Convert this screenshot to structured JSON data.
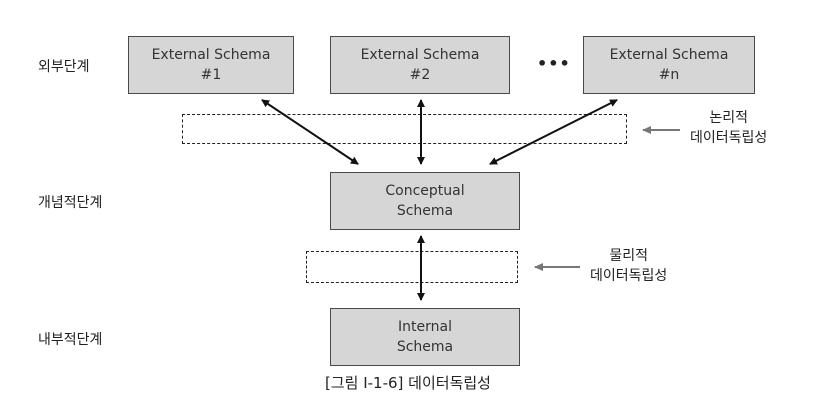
{
  "levels": {
    "external": "외부단계",
    "conceptual": "개념적단계",
    "internal": "내부적단계"
  },
  "external_schemas": [
    {
      "line1": "External Schema",
      "line2": "#1"
    },
    {
      "line1": "External Schema",
      "line2": "#2"
    },
    {
      "line1": "External Schema",
      "line2": "#n"
    }
  ],
  "ellipsis": "•••",
  "conceptual_schema": {
    "line1": "Conceptual",
    "line2": "Schema"
  },
  "internal_schema": {
    "line1": "Internal",
    "line2": "Schema"
  },
  "logical_independence": {
    "line1": "논리적",
    "line2": "데이터독립성"
  },
  "physical_independence": {
    "line1": "물리적",
    "line2": "데이터독립성"
  },
  "caption": "[그림 Ⅰ-1-6] 데이터독립성",
  "colors": {
    "box_fill": "#d6d6d6",
    "arrow": "#111111",
    "pointer": "#777777"
  }
}
